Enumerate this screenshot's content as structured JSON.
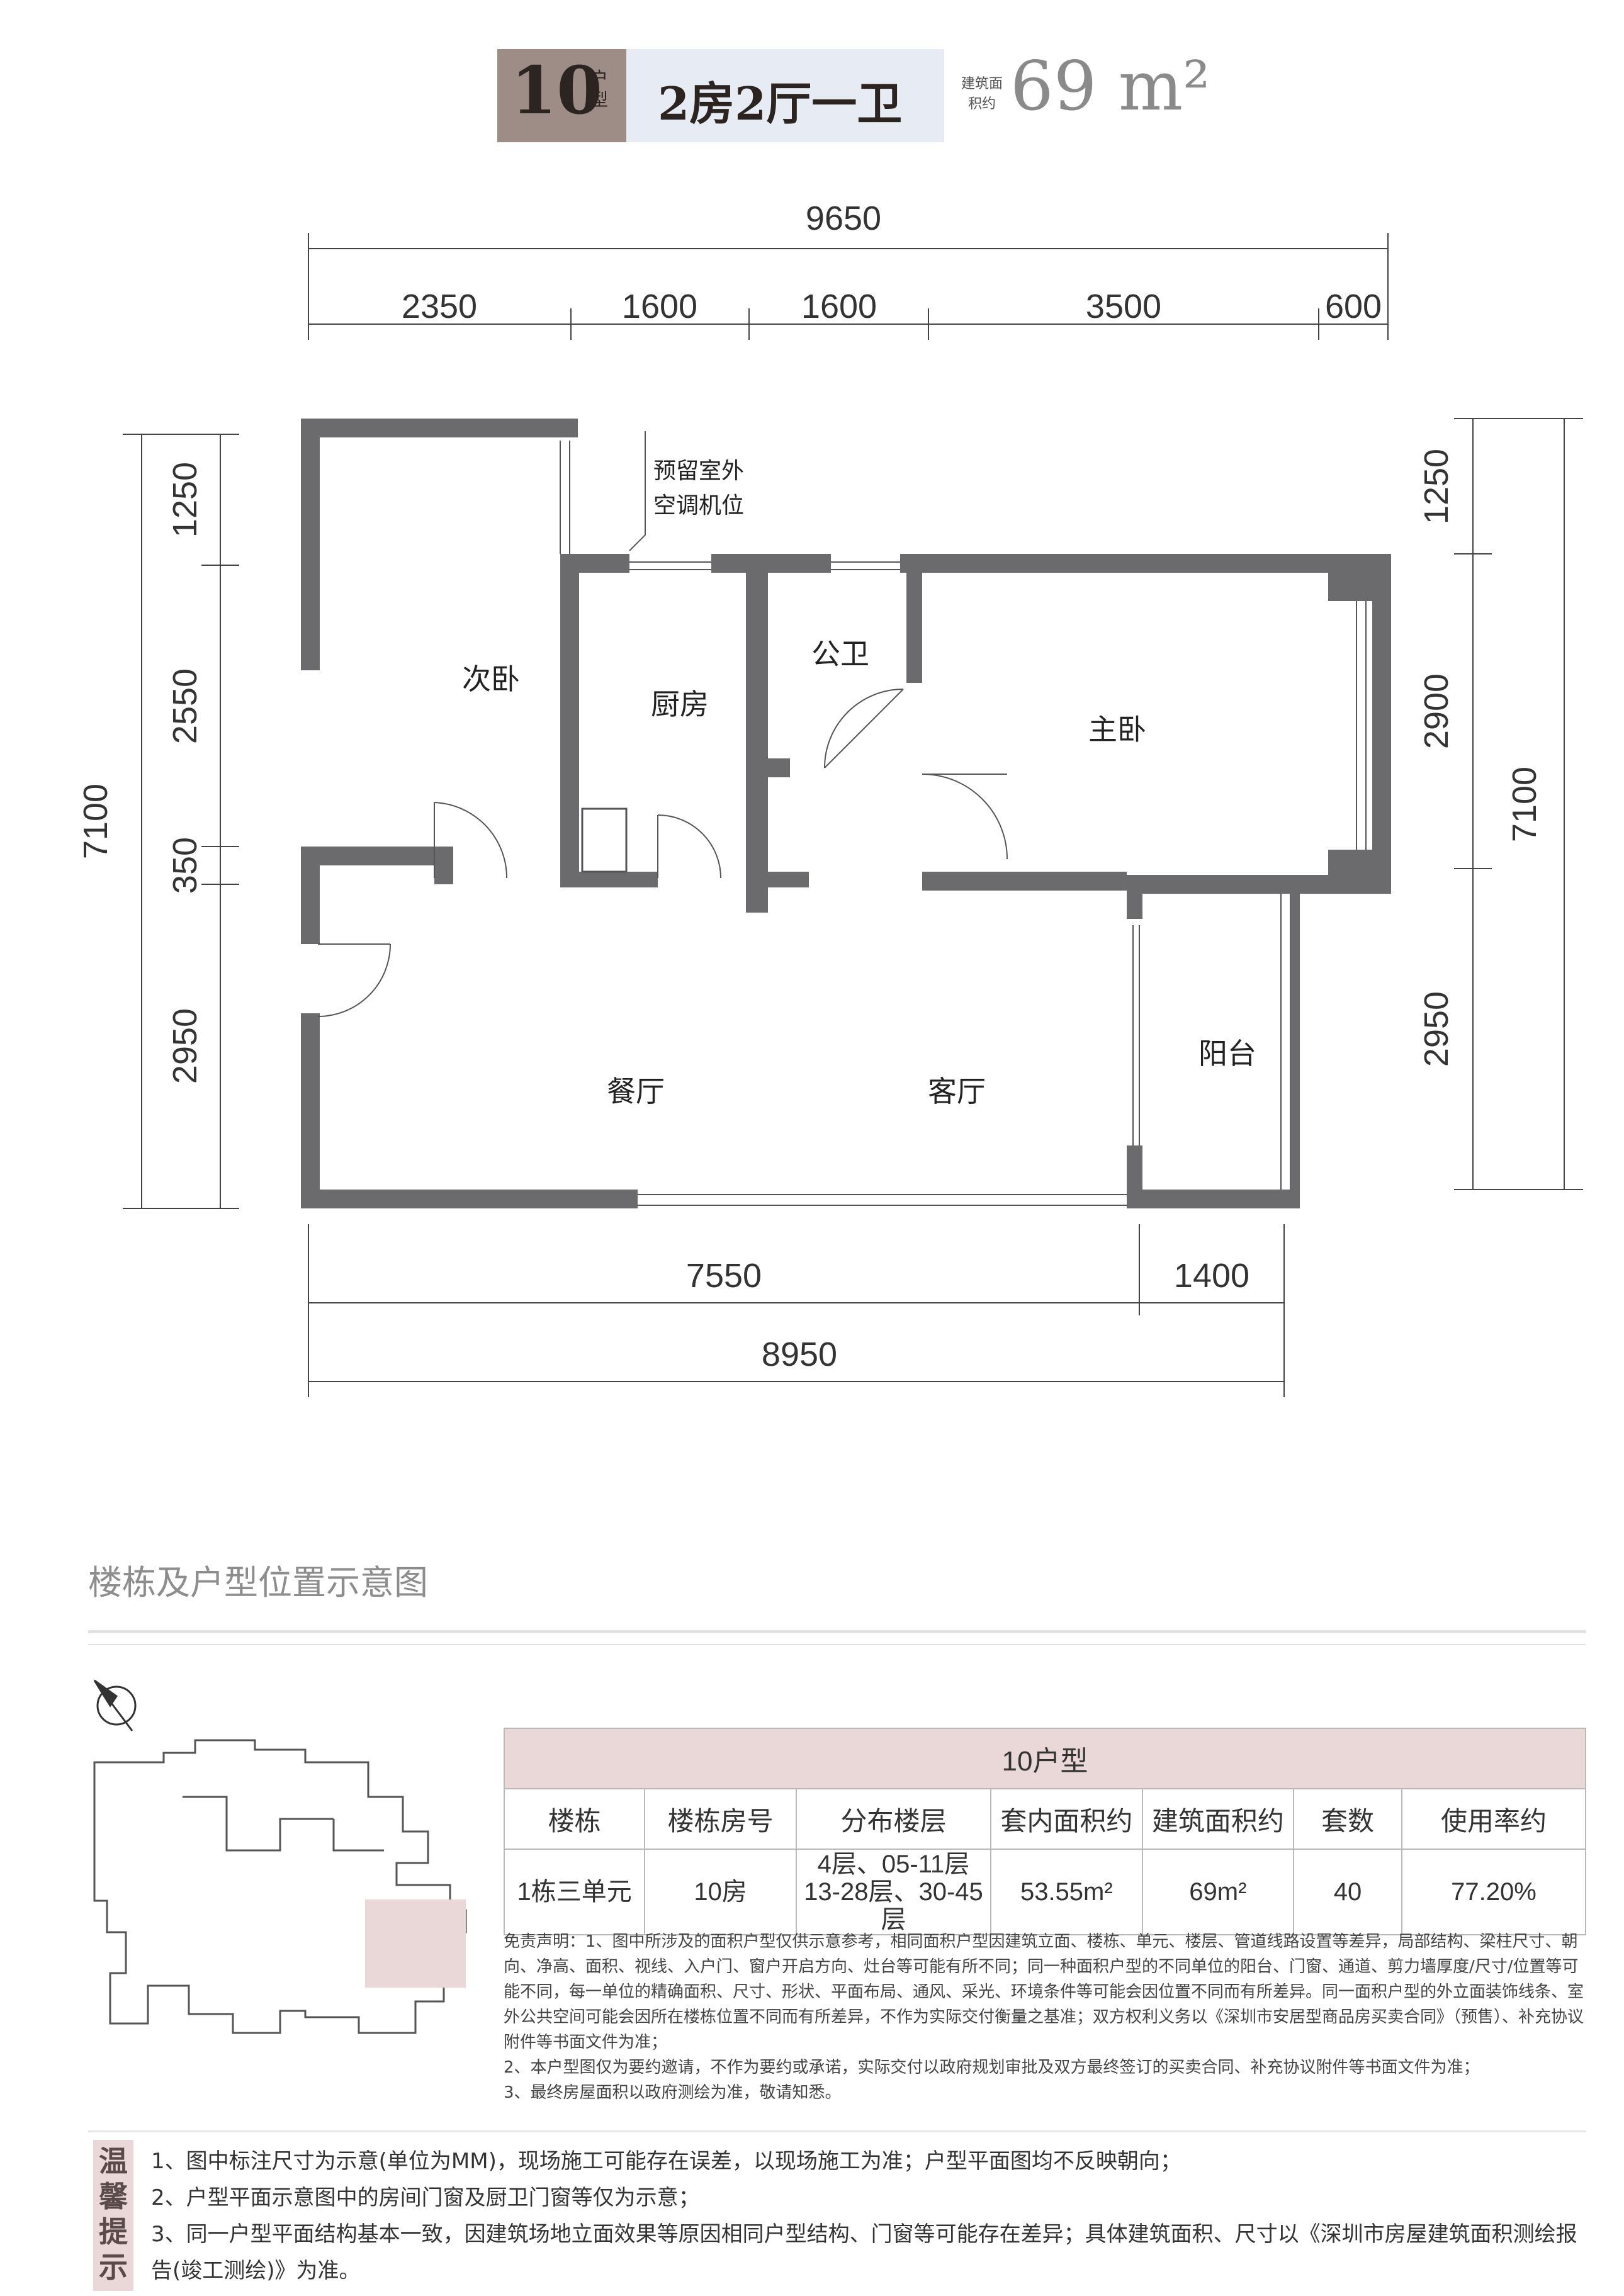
{
  "header": {
    "unit_number": "10",
    "unit_suffix": "户型",
    "layout": "2房2厅一卫",
    "area_label": "建筑面积约",
    "area_value": "69 m²"
  },
  "floor_plan": {
    "dims_top": [
      "9650",
      "2350",
      "1600",
      "1600",
      "3500",
      "600"
    ],
    "dims_left": [
      "7100",
      "1250",
      "2550",
      "350",
      "2950"
    ],
    "dims_right": [
      "1250",
      "2900",
      "2950",
      "7100"
    ],
    "dims_bottom": [
      "7550",
      "1400",
      "8950"
    ],
    "rooms": [
      "次卧",
      "厨房",
      "公卫",
      "主卧",
      "餐厅",
      "客厅",
      "阳台"
    ],
    "ac_note_line1": "预留室外",
    "ac_note_line2": "空调机位"
  },
  "section_title": "楼栋及户型位置示意图",
  "table": {
    "title": "10户型",
    "headers": [
      "楼栋",
      "楼栋房号",
      "分布楼层",
      "套内面积约",
      "建筑面积约",
      "套数",
      "使用率约"
    ],
    "row": {
      "building": "1栋三单元",
      "room_no": "10房",
      "floors_line1": "4层、05-11层",
      "floors_line2": "13-28层、30-45层",
      "inner_area": "53.55m²",
      "build_area": "69m²",
      "count": "40",
      "usage": "77.20%"
    }
  },
  "disclaimer": {
    "p1": "免责声明：1、图中所涉及的面积户型仅供示意参考，相同面积户型因建筑立面、楼栋、单元、楼层、管道线路设置等差异，局部结构、梁柱尺寸、朝向、净高、面积、视线、入户门、窗户开启方向、灶台等可能有所不同；同一种面积户型的不同单位的阳台、门窗、通道、剪力墙厚度/尺寸/位置等可能不同，每一单位的精确面积、尺寸、形状、平面布局、通风、采光、环境条件等可能会因位置不同而有所差异。同一面积户型的外立面装饰线条、室外公共空间可能会因所在楼栋位置不同而有所差异，不作为实际交付衡量之基准；双方权利义务以《深圳市安居型商品房买卖合同》（预售）、补充协议附件等书面文件为准；",
    "p2": "2、本户型图仅为要约邀请，不作为要约或承诺，实际交付以政府规划审批及双方最终签订的买卖合同、补充协议附件等书面文件为准；",
    "p3": "3、最终房屋面积以政府测绘为准，敬请知悉。"
  },
  "tips": {
    "badge": "温馨提示",
    "t1": "1、图中标注尺寸为示意(单位为MM)，现场施工可能存在误差，以现场施工为准；户型平面图均不反映朝向；",
    "t2": "2、户型平面示意图中的房间门窗及厨卫门窗等仅为示意；",
    "t3": "3、同一户型平面结构基本一致，因建筑场地立面效果等原因相同户型结构、门窗等可能存在差异；具体建筑面积、尺寸以《深圳市房屋建筑面积测绘报告(竣工测绘)》为准。"
  },
  "colors": {
    "wall": "#6b6b6e",
    "header_type_bg": "#9d8d86",
    "header_name_bg": "#e7ebf3",
    "table_title_bg": "#ead7d7",
    "unit_highlight": "#ead7d7"
  }
}
